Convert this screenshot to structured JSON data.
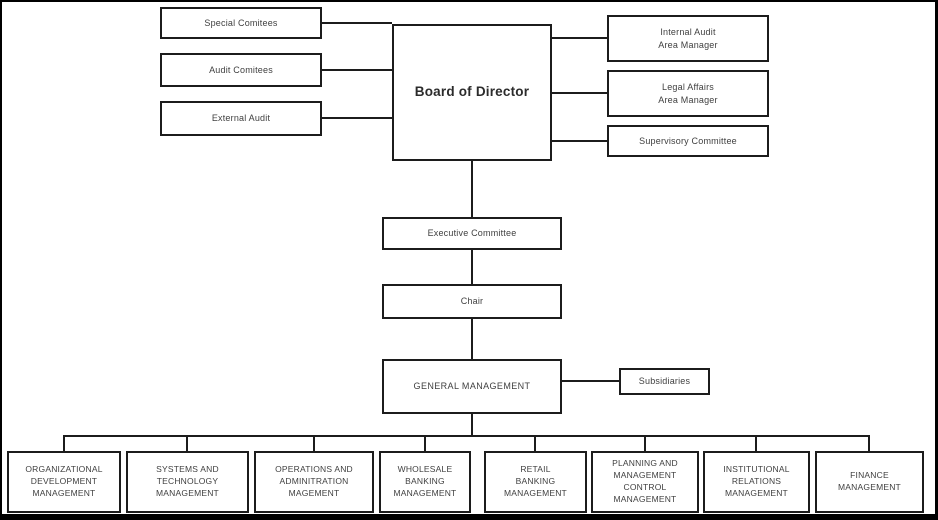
{
  "nodes": {
    "special_committees": {
      "label": "Special Comitees"
    },
    "audit_committees": {
      "label": "Audit Comitees"
    },
    "external_audit": {
      "label": "External Audit"
    },
    "board_of_director": {
      "label": "Board of Director"
    },
    "internal_audit": {
      "label": "Internal Audit\nArea Manager"
    },
    "legal_affairs": {
      "label": "Legal Affairs\nArea Manager"
    },
    "supervisory_committee": {
      "label": "Supervisory Committee"
    },
    "executive_committee": {
      "label": "Executive Committee"
    },
    "chair": {
      "label": "Chair"
    },
    "general_management": {
      "label": "GENERAL MANAGEMENT"
    },
    "subsidiaries": {
      "label": "Subsidiaries"
    },
    "departments": [
      {
        "label": "ORGANIZATIONAL\nDEVELOPMENT\nMANAGEMENT"
      },
      {
        "label": "SYSTEMS AND\nTECHNOLOGY\nMANAGEMENT"
      },
      {
        "label": "OPERATIONS AND\nADMINITRATION\nMAGEMENT"
      },
      {
        "label": "WHOLESALE\nBANKING\nMANAGEMENT"
      },
      {
        "label": "RETAIL\nBANKING\nMANAGEMENT"
      },
      {
        "label": "PLANNING AND\nMANAGEMENT\nCONTROL\nMANAGEMENT"
      },
      {
        "label": "INSTITUTIONAL\nRELATIONS\nMANAGEMENT"
      },
      {
        "label": "FINANCE\nMANAGEMENT"
      }
    ]
  },
  "edges": [
    {
      "from": "board_of_director",
      "to": "special_committees"
    },
    {
      "from": "board_of_director",
      "to": "audit_committees"
    },
    {
      "from": "board_of_director",
      "to": "external_audit"
    },
    {
      "from": "board_of_director",
      "to": "internal_audit"
    },
    {
      "from": "board_of_director",
      "to": "legal_affairs"
    },
    {
      "from": "board_of_director",
      "to": "supervisory_committee"
    },
    {
      "from": "board_of_director",
      "to": "executive_committee"
    },
    {
      "from": "executive_committee",
      "to": "chair"
    },
    {
      "from": "chair",
      "to": "general_management"
    },
    {
      "from": "general_management",
      "to": "subsidiaries"
    },
    {
      "from": "general_management",
      "to": "departments.0"
    },
    {
      "from": "general_management",
      "to": "departments.1"
    },
    {
      "from": "general_management",
      "to": "departments.2"
    },
    {
      "from": "general_management",
      "to": "departments.3"
    },
    {
      "from": "general_management",
      "to": "departments.4"
    },
    {
      "from": "general_management",
      "to": "departments.5"
    },
    {
      "from": "general_management",
      "to": "departments.6"
    },
    {
      "from": "general_management",
      "to": "departments.7"
    }
  ],
  "colors": {
    "background": "#ffffff",
    "frame": "#000000",
    "box_border": "#1c1c1c",
    "text": "#3f3f3f"
  }
}
